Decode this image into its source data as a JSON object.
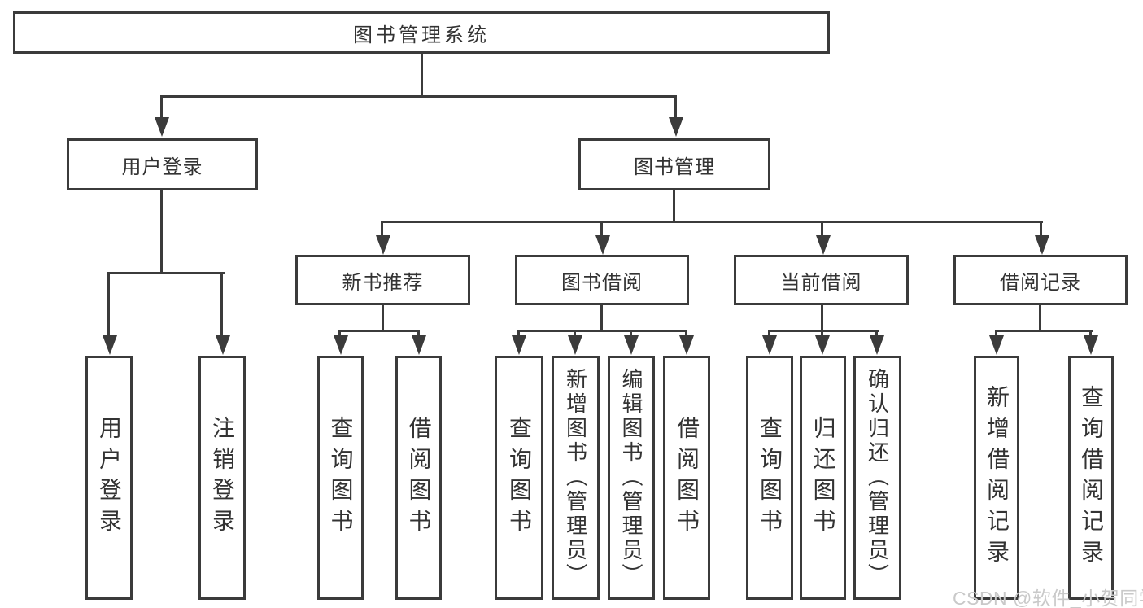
{
  "colors": {
    "line": "#3b3b3b",
    "text": "#333333",
    "background": "#ffffff",
    "watermark": "#c9c9c9"
  },
  "watermark": {
    "text": "CSDN @软件_小贺同学"
  },
  "diagram": {
    "root": {
      "label": "图书管理系统"
    },
    "branches": [
      {
        "label": "用户登录",
        "children": [
          {
            "label": "用户登录"
          },
          {
            "label": "注销登录"
          }
        ]
      },
      {
        "label": "图书管理",
        "groups": [
          {
            "label": "新书推荐",
            "children": [
              {
                "label": "查询图书"
              },
              {
                "label": "借阅图书"
              }
            ]
          },
          {
            "label": "图书借阅",
            "children": [
              {
                "label": "查询图书"
              },
              {
                "label": "新增图书（管理员）"
              },
              {
                "label": "编辑图书（管理员）"
              },
              {
                "label": "借阅图书"
              }
            ]
          },
          {
            "label": "当前借阅",
            "children": [
              {
                "label": "查询图书"
              },
              {
                "label": "归还图书"
              },
              {
                "label": "确认归还（管理员）"
              }
            ]
          },
          {
            "label": "借阅记录",
            "children": [
              {
                "label": "新增借阅记录"
              },
              {
                "label": "查询借阅记录"
              }
            ]
          }
        ]
      }
    ]
  }
}
